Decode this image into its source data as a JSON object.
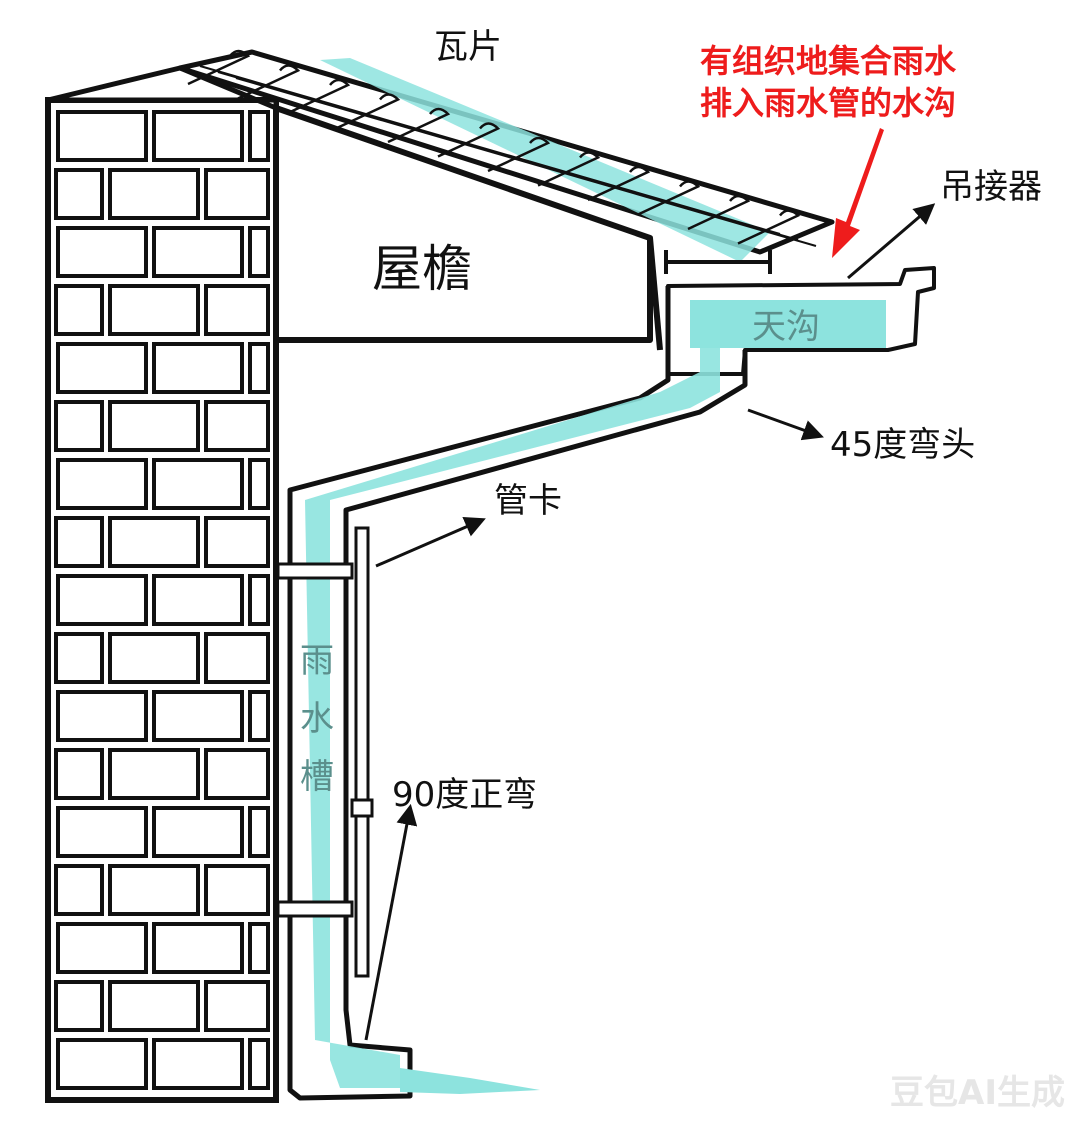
{
  "colors": {
    "line": "#111111",
    "water": "#8de3de",
    "accent_red": "#ee1c1c",
    "cyan_text": "#5b8f8c",
    "background": "#ffffff",
    "watermark": "#e6e6e6"
  },
  "labels": {
    "tiles": "瓦片",
    "eave": "屋檐",
    "hanger": "吊接器",
    "gutter": "天沟",
    "elbow45": "45度弯头",
    "clip": "管卡",
    "pipe_char1": "雨",
    "pipe_char2": "水",
    "pipe_char3": "槽",
    "elbow90": "90度正弯",
    "callout_line1": "有组织地集合雨水",
    "callout_line2": "排入雨水管的水沟"
  },
  "watermark": "豆包AI生成",
  "icons": [
    "red-arrow-icon",
    "pointer-arrow-icon"
  ]
}
